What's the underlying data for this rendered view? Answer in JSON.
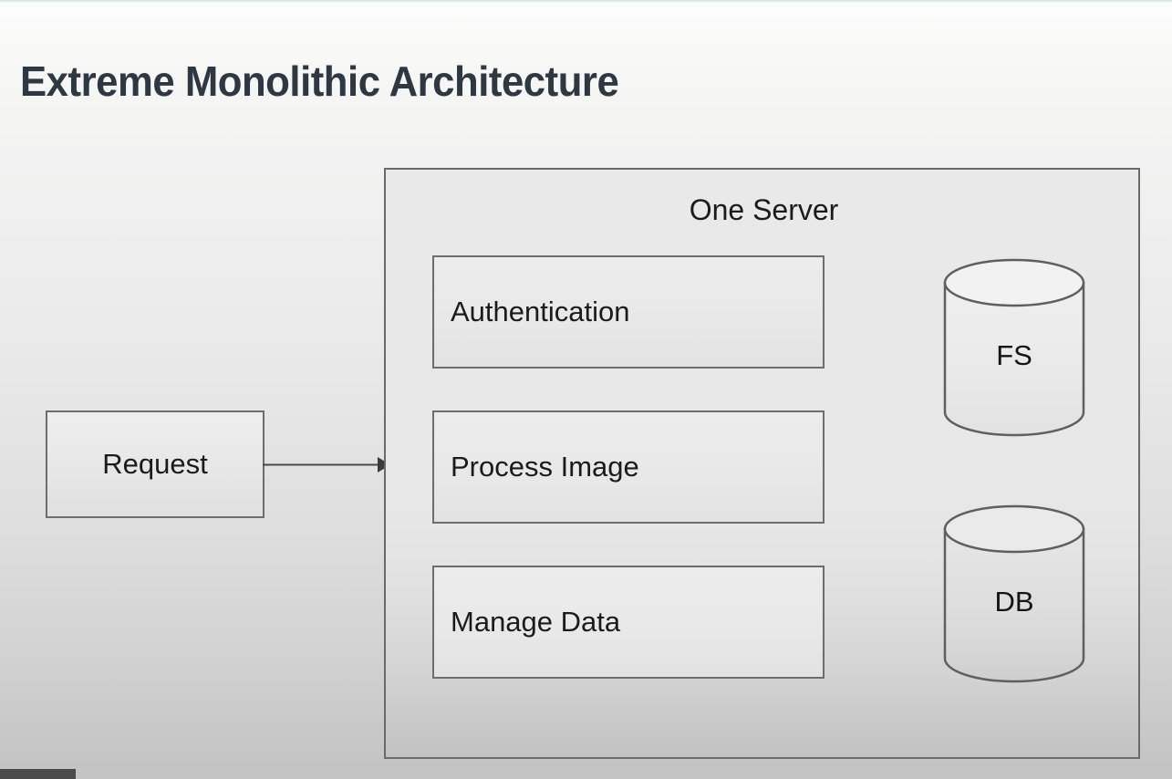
{
  "slide": {
    "title": "Extreme Monolithic Architecture",
    "title_color": "#2e3842",
    "background_top_color": "#fdfdfc",
    "background_bottom_color": "#c3c3c3"
  },
  "diagram": {
    "entry": {
      "label": "Request",
      "fill": "#e8e8e8",
      "stroke": "#6d6d6d"
    },
    "arrow": {
      "name": "request-to-server-arrow",
      "stroke": "#4a4a4a"
    },
    "server": {
      "title": "One Server",
      "fill": "#e8e8e8",
      "stroke": "#6a6a6a",
      "services": [
        {
          "label": "Authentication"
        },
        {
          "label": "Process Image"
        },
        {
          "label": "Manage Data"
        }
      ],
      "stores": [
        {
          "label": "FS",
          "icon": "cylinder-icon"
        },
        {
          "label": "DB",
          "icon": "cylinder-icon"
        }
      ]
    }
  },
  "player": {
    "progress_fill_color": "#4b4b4b",
    "progress_percent": 6
  }
}
